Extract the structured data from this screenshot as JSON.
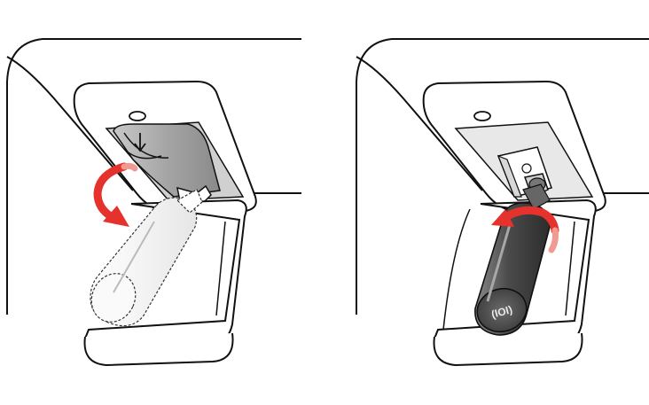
{
  "diagram": {
    "steps": [
      {
        "action": "rotate-counterclockwise-remove",
        "arrow_icon": "rotate-ccw-arrow-icon"
      },
      {
        "action": "rotate-clockwise-install",
        "arrow_icon": "rotate-cw-arrow-icon"
      }
    ],
    "filter_cap_marking": "(IOI)",
    "colors": {
      "line": "#111111",
      "arrow": "#e5322d",
      "arrow_light": "#f19a92",
      "filter_dark": "#555555",
      "housing_gray": "#b0b0b0",
      "background": "#ffffff"
    }
  }
}
